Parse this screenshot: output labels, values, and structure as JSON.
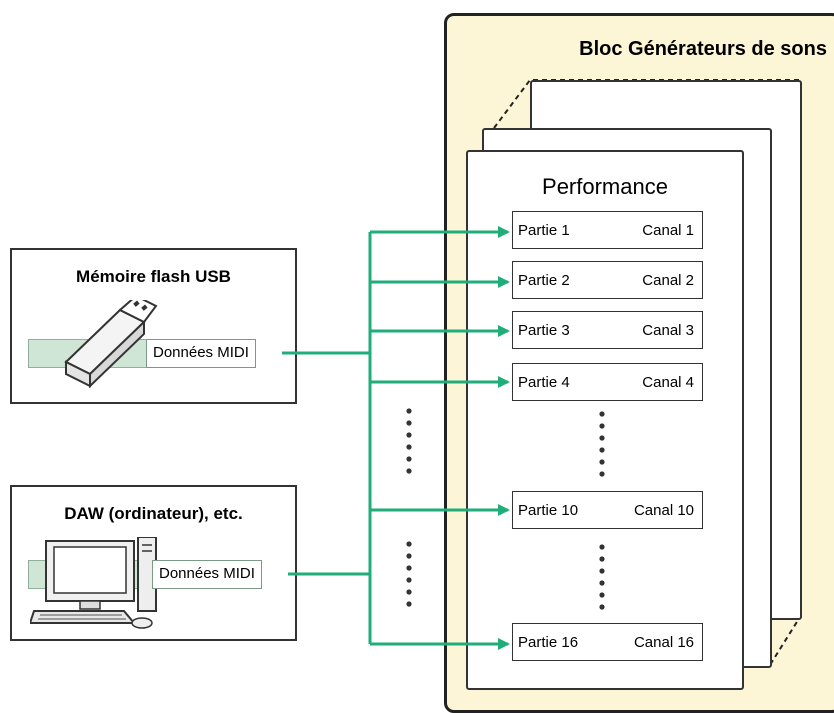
{
  "block": {
    "title": "Bloc Générateurs de sons"
  },
  "performance": {
    "title": "Performance"
  },
  "sources": [
    {
      "title": "Mémoire flash USB",
      "icon": "usb-flash-drive-icon",
      "data_label": "Données MIDI"
    },
    {
      "title": "DAW (ordinateur), etc.",
      "icon": "computer-icon",
      "data_label": "Données MIDI"
    }
  ],
  "parts": [
    {
      "part": "Partie 1",
      "channel": "Canal 1"
    },
    {
      "part": "Partie 2",
      "channel": "Canal 2"
    },
    {
      "part": "Partie 3",
      "channel": "Canal 3"
    },
    {
      "part": "Partie 4",
      "channel": "Canal 4"
    },
    {
      "part": "Partie 10",
      "channel": "Canal 10"
    },
    {
      "part": "Partie 16",
      "channel": "Canal 16"
    }
  ],
  "colors": {
    "flow": "#1fae7a",
    "block_bg": "#fdf6d6",
    "band": "#cfe5d5"
  }
}
